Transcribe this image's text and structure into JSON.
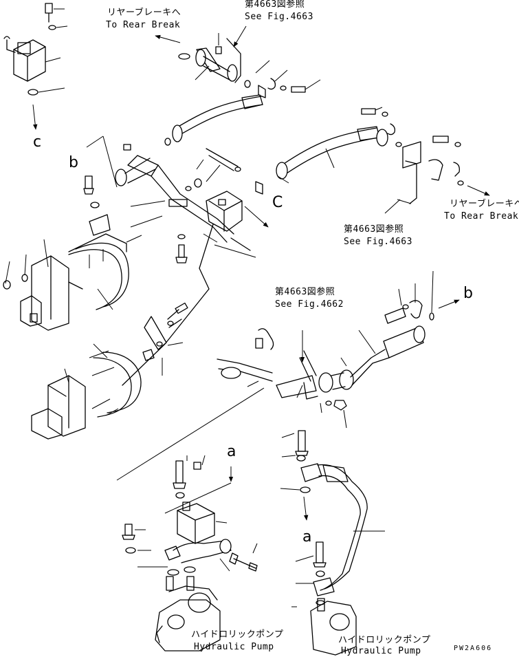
{
  "references": {
    "rear_brake_top_jp": "リヤーブレーキへ",
    "rear_brake_top_en": "To Rear Break",
    "fig4663_top_jp": "第4663図参照",
    "fig4663_top_en": "See Fig.4663",
    "rear_brake_right_jp": "リヤーブレーキへ",
    "rear_brake_right_en": "To Rear Break",
    "fig4663_right_jp": "第4663図参照",
    "fig4663_right_en": "See Fig.4663",
    "fig4662_jp": "第4663図参照",
    "fig4662_en": "See Fig.4662"
  },
  "pumps": {
    "left_jp": "ハイドロリックポンプ",
    "left_en": "Hydraulic Pump",
    "right_jp": "ハイドロリックポンプ",
    "right_en": "Hydraulic Pump"
  },
  "connectors": {
    "c_left": "c",
    "c_mid": "C",
    "b_left": "b",
    "b_right": "b",
    "a_left": "a",
    "a_right": "a"
  },
  "drawing_code": "PW2A606",
  "icons": [
    "leader-arrow-icon",
    "hose-icon",
    "bolt-icon",
    "washer-icon",
    "pump-icon",
    "valve-block-icon",
    "clamp-band-icon"
  ]
}
